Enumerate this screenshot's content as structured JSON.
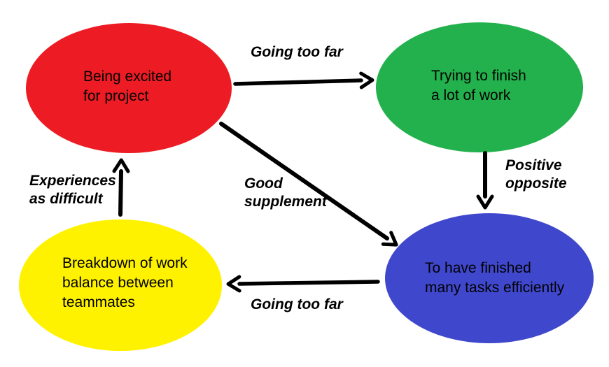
{
  "nodes": {
    "red": {
      "text": "Being excited\nfor project",
      "color": "#ED1C24"
    },
    "green": {
      "text": "Trying to finish\na lot of work",
      "color": "#22B14C"
    },
    "blue": {
      "text": "To have finished\nmany tasks efficiently",
      "color": "#3F48CC"
    },
    "yellow": {
      "text": "Breakdown of work\nbalance between\nteammates",
      "color": "#FFF200"
    }
  },
  "edges": {
    "red_to_green": {
      "label": "Going too far"
    },
    "green_to_blue": {
      "label": "Positive\nopposite"
    },
    "red_to_blue": {
      "label": "Good\nsupplement"
    },
    "blue_to_yellow": {
      "label": "Going too far"
    },
    "yellow_to_red": {
      "label": "Experiences\nas difficult"
    }
  },
  "colors": {
    "arrow": "#000000",
    "text": "#000000",
    "background": "#FFFFFF"
  }
}
